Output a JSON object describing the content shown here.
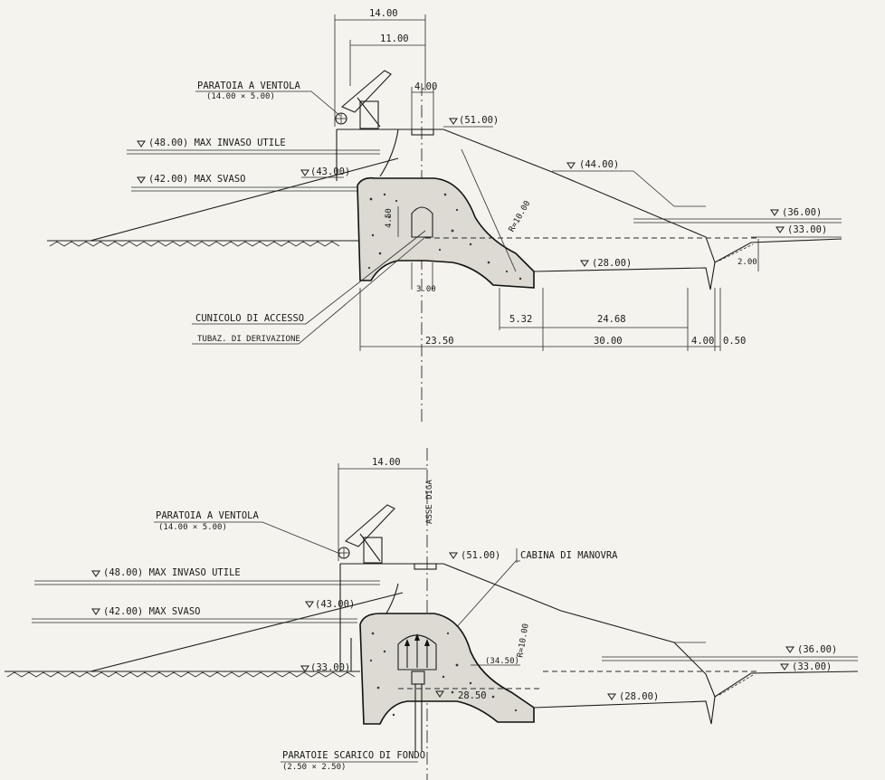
{
  "top_section": {
    "dim_top": "14.00",
    "dim_gate": "11.00",
    "dim_crest": "4.00",
    "gate_label": "PARATOIA A VENTOLA",
    "gate_size": "(14.00 × 5.00)",
    "el_crest": "(51.00)",
    "el_max_invaso": "(48.00) MAX INVASO UTILE",
    "el_max_svaso": "(42.00) MAX SVASO",
    "el_43": "(43.00)",
    "el_44": "(44.00)",
    "el_36": "(36.00)",
    "el_33": "(33.00)",
    "el_28": "(28.00)",
    "dim_450": "4.50",
    "dim_r10": "R=10.00",
    "dim_300": "3.00",
    "dim_200": "2.00",
    "dim_532": "5.32",
    "dim_2468": "24.68",
    "dim_2350": "23.50",
    "dim_3000": "30.00",
    "dim_400": "4.00",
    "dim_050": "0.50",
    "cunicolo_label": "CUNICOLO DI ACCESSO",
    "tubaz_label": "TUBAZ. DI DERIVAZIONE"
  },
  "bottom_section": {
    "dim_top": "14.00",
    "axis_label": "ASSE DIGA",
    "gate_label": "PARATOIA A VENTOLA",
    "gate_size": "(14.00 × 5.00)",
    "el_crest": "(51.00)",
    "cabina_label": "CABINA DI MANOVRA",
    "el_max_invaso": "(48.00) MAX INVASO UTILE",
    "el_max_svaso": "(42.00) MAX SVASO",
    "el_43": "(43.00)",
    "el_33_left": "(33.00)",
    "el_3450": "(34.50)",
    "dim_r10": "R=10.00",
    "el_2850": "28.50",
    "el_28": "(28.00)",
    "el_36": "(36.00)",
    "el_33": "(33.00)",
    "scarico_label": "PARATOIE SCARICO DI FONDO",
    "scarico_size": "(2.50 × 2.50)"
  },
  "colors": {
    "paper": "#f4f3ee",
    "ink": "#1a1a1a",
    "concrete": "#dcdad2"
  }
}
